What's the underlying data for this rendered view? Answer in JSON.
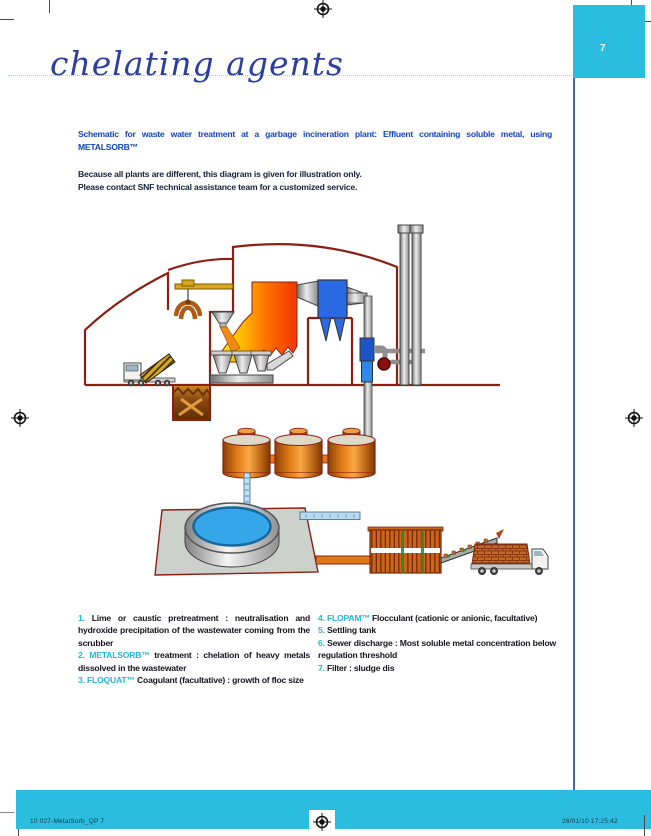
{
  "page": {
    "number": "7",
    "title": "chelating agents",
    "accent_cyan": "#2bbde0",
    "title_blue": "#2b3f9e",
    "heading_blue": "#1443c0"
  },
  "content": {
    "heading": "Schematic for waste water treatment at a garbage incineration plant: Effluent containing soluble metal, using METALSORB™",
    "intro": [
      "Because all plants are different, this diagram is given for illustration only.",
      "Please contact SNF technical assistance team for a customized service."
    ],
    "legend_left": [
      {
        "lead": "1.",
        "rest": " Lime or caustic pretreatment : neutralisation and hydroxide precipitation of the wastewater coming from the scrubber"
      },
      {
        "lead": "2. METALSORB™",
        "rest": " treatment : chelation of heavy metals dissolved in the wastewater"
      },
      {
        "lead": "3. FLOQUAT™",
        "rest": " Coagulant (facultative) : growth of floc size"
      }
    ],
    "legend_right": [
      {
        "lead": "4. FLOPAM™",
        "rest": " Flocculant (cationic or anionic, facultative)"
      },
      {
        "lead": "5.",
        "rest": " Settling tank"
      },
      {
        "lead": "6.",
        "rest": " Sewer discharge : Most soluble metal concentration below regulation threshold"
      },
      {
        "lead": "7.",
        "rest": " Filter : sludge dis"
      }
    ]
  },
  "footer": {
    "left": "10 027-MetalSorb_QP   7",
    "right": "26/01/10   17:25:42"
  },
  "diagram": {
    "parts": [
      "delivery-truck",
      "waste-pit",
      "grab-crane",
      "feed-hopper",
      "incinerator-furnace",
      "ash-hoppers",
      "bag-filter",
      "flue-pipe",
      "scrubber-column",
      "fan",
      "chimney-stacks",
      "dosing-tanks",
      "settling-tank",
      "sewer-discharge-pipe",
      "sludge-pipe",
      "filter-press",
      "sludge-conveyor",
      "sludge-truck"
    ]
  }
}
